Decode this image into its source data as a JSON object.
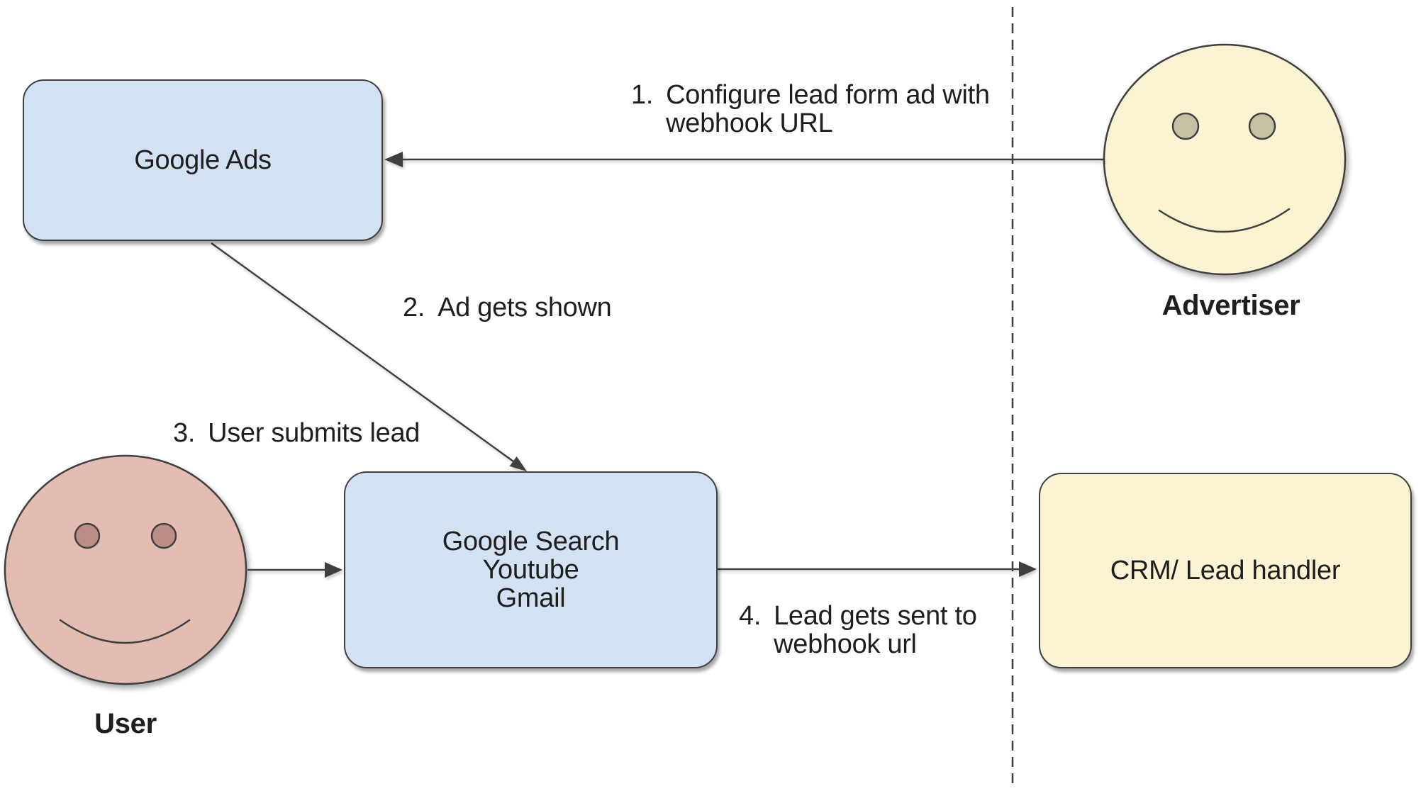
{
  "colors": {
    "box_blue": "#d3e2f3",
    "box_yellow": "#fbf3d3",
    "face_yellow": "#fbf3d2",
    "face_pink": "#e3bcb2",
    "eye_yellow": "#c6c1a4",
    "eye_pink": "#b98e85",
    "stroke": "#404040",
    "line": "#3f3f3f",
    "text": "#1e1e1e"
  },
  "nodes": {
    "google_ads": {
      "label": "Google Ads"
    },
    "google_properties": {
      "lines": [
        "Google Search",
        "Youtube",
        "Gmail"
      ]
    },
    "crm": {
      "label": "CRM/ Lead handler"
    }
  },
  "actors": {
    "advertiser": {
      "label": "Advertiser"
    },
    "user": {
      "label": "User"
    }
  },
  "steps": {
    "step1": {
      "number": "1.",
      "line1": "Configure lead form ad with",
      "line2": "webhook URL"
    },
    "step2": {
      "number": "2.",
      "text": "Ad gets shown"
    },
    "step3": {
      "number": "3.",
      "text": "User submits lead"
    },
    "step4": {
      "number": "4.",
      "line1": "Lead gets sent to",
      "line2": "webhook url"
    }
  }
}
